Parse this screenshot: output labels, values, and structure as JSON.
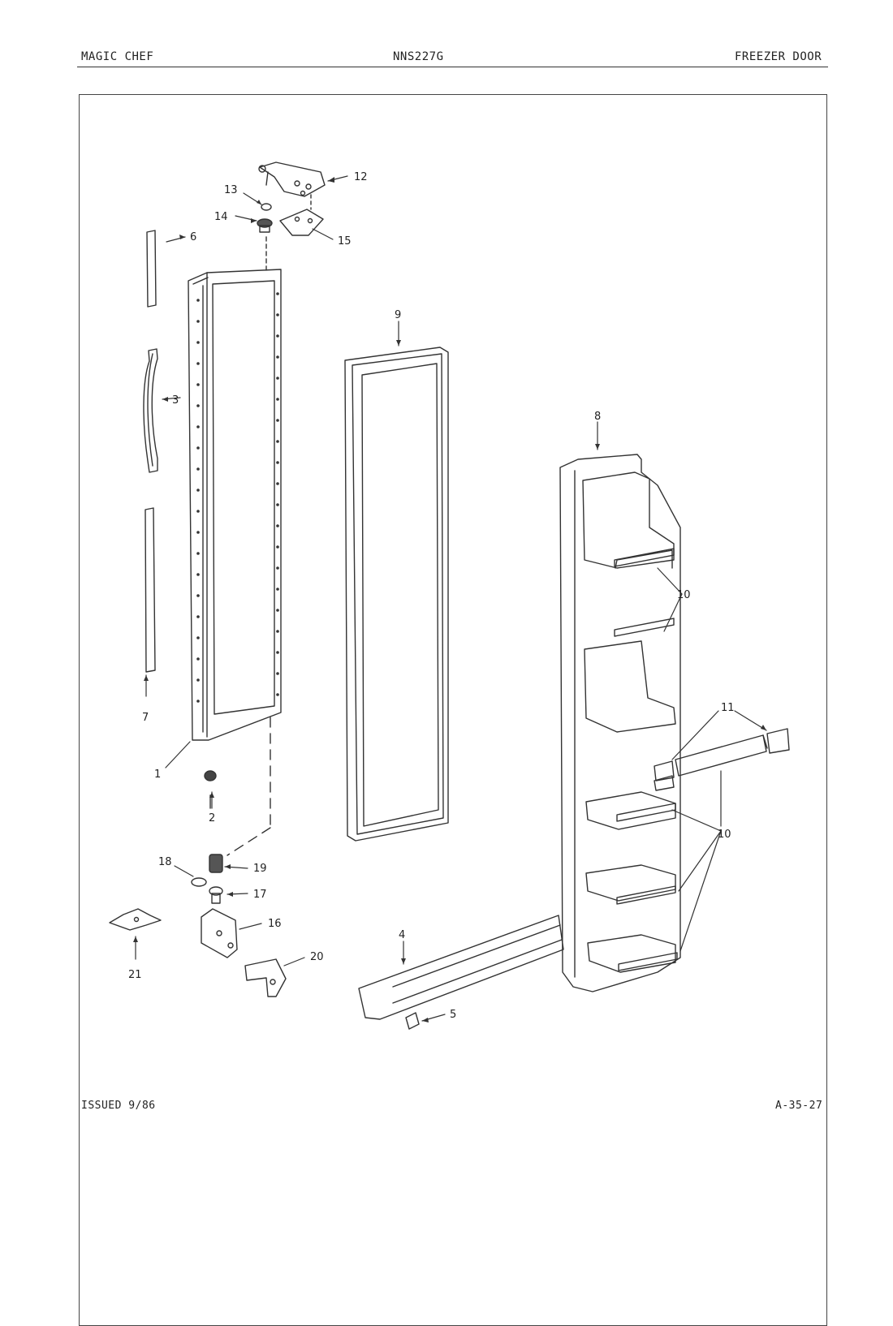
{
  "header": {
    "brand": "MAGIC CHEF",
    "model": "NNS227G",
    "section": "FREEZER DOOR"
  },
  "footer": {
    "issued": "ISSUED 9/86",
    "code": "A-35-27"
  },
  "callouts": [
    {
      "id": "c1",
      "label": "1"
    },
    {
      "id": "c2",
      "label": "2"
    },
    {
      "id": "c3",
      "label": "3"
    },
    {
      "id": "c4",
      "label": "4"
    },
    {
      "id": "c5",
      "label": "5"
    },
    {
      "id": "c6",
      "label": "6"
    },
    {
      "id": "c7",
      "label": "7"
    },
    {
      "id": "c8",
      "label": "8"
    },
    {
      "id": "c9",
      "label": "9"
    },
    {
      "id": "c10a",
      "label": "10"
    },
    {
      "id": "c10b",
      "label": "10"
    },
    {
      "id": "c11",
      "label": "11"
    },
    {
      "id": "c12",
      "label": "12"
    },
    {
      "id": "c13",
      "label": "13"
    },
    {
      "id": "c14",
      "label": "14"
    },
    {
      "id": "c15",
      "label": "15"
    },
    {
      "id": "c16",
      "label": "16"
    },
    {
      "id": "c17",
      "label": "17"
    },
    {
      "id": "c18",
      "label": "18"
    },
    {
      "id": "c19",
      "label": "19"
    },
    {
      "id": "c20",
      "label": "20"
    },
    {
      "id": "c21",
      "label": "21"
    }
  ]
}
